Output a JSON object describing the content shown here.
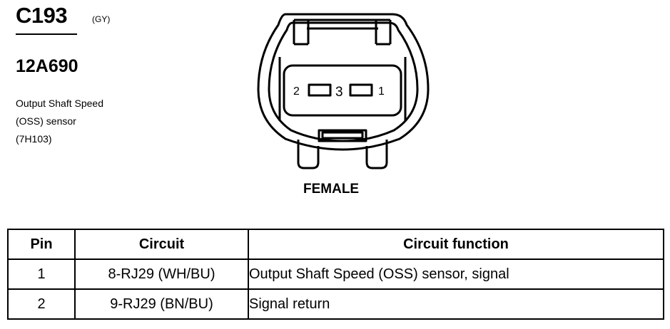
{
  "connector": {
    "id": "C193",
    "color_code": "(GY)",
    "part_number": "12A690",
    "description_lines": [
      "Output Shaft Speed",
      "(OSS) sensor",
      "(7H103)"
    ]
  },
  "diagram": {
    "view_label": "FEMALE",
    "pin_labels": [
      "2",
      "3",
      "1"
    ]
  },
  "table": {
    "headers": [
      "Pin",
      "Circuit",
      "Circuit function"
    ],
    "rows": [
      {
        "pin": "1",
        "circuit": "8-RJ29 (WH/BU)",
        "function": "Output Shaft Speed (OSS) sensor, signal"
      },
      {
        "pin": "2",
        "circuit": "9-RJ29 (BN/BU)",
        "function": "Signal return"
      }
    ]
  }
}
